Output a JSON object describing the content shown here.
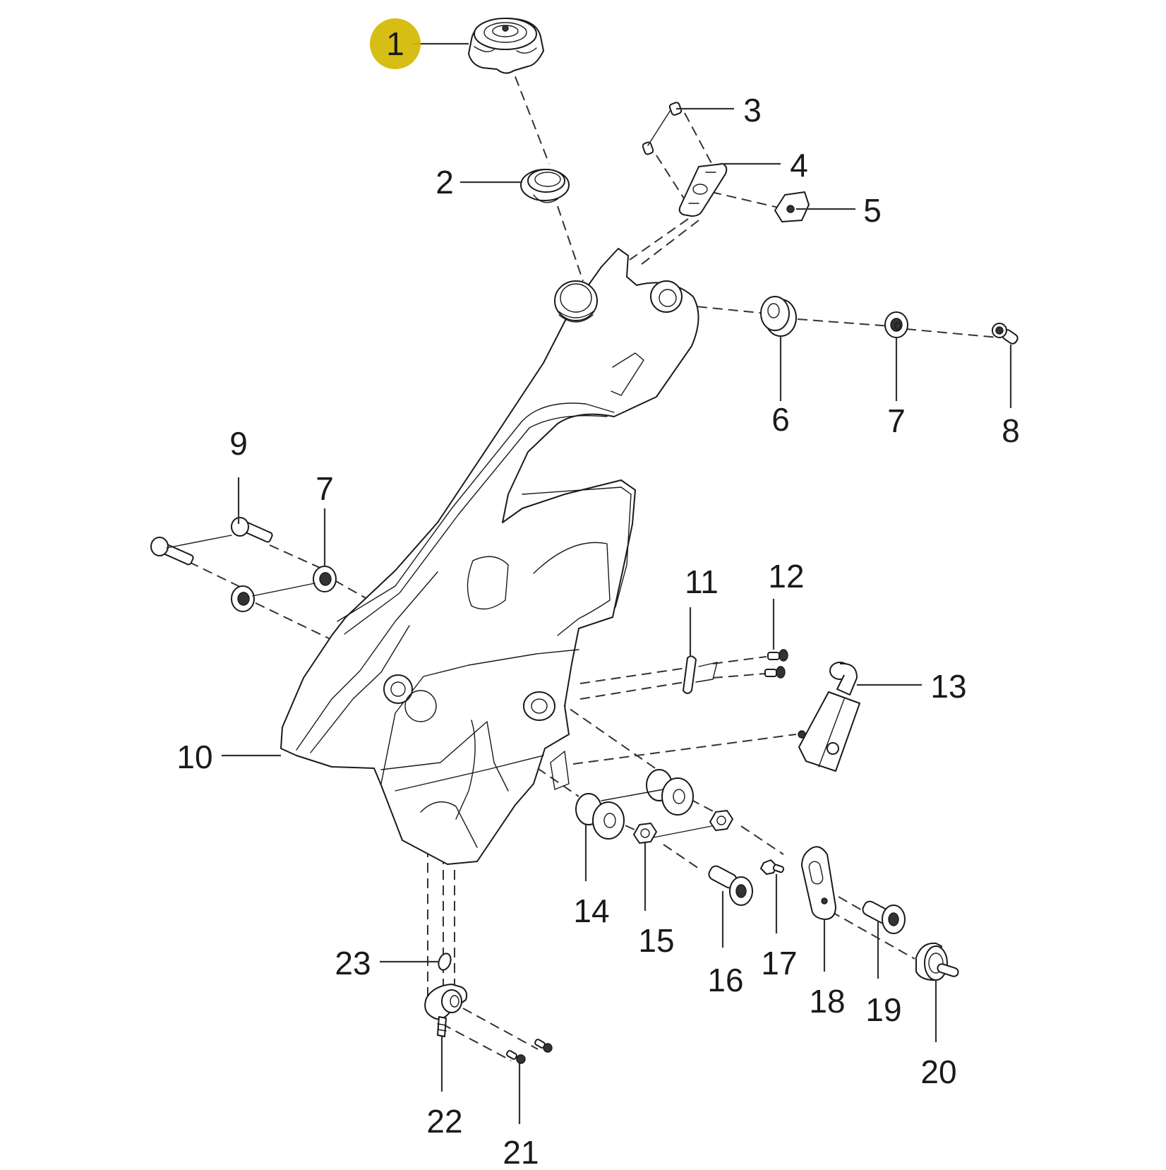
{
  "diagram": {
    "type": "exploded-parts-view",
    "subject": "fuel tank assembly",
    "highlight_color": "#d4b800",
    "line_color": "#1a1a1a",
    "background": "#ffffff",
    "highlighted_callout": "1",
    "callouts": [
      {
        "id": "c1",
        "label": "1",
        "part": "fuel cap",
        "highlighted": true
      },
      {
        "id": "c2",
        "label": "2",
        "part": "filler neck seal"
      },
      {
        "id": "c3",
        "label": "3",
        "part": "screw"
      },
      {
        "id": "c4",
        "label": "4",
        "part": "bracket"
      },
      {
        "id": "c5",
        "label": "5",
        "part": "clip nut"
      },
      {
        "id": "c6",
        "label": "6",
        "part": "rubber grommet"
      },
      {
        "id": "c7a",
        "label": "7",
        "part": "washer"
      },
      {
        "id": "c8",
        "label": "8",
        "part": "bolt"
      },
      {
        "id": "c9",
        "label": "9",
        "part": "bolt"
      },
      {
        "id": "c7b",
        "label": "7",
        "part": "washer"
      },
      {
        "id": "c10",
        "label": "10",
        "part": "fuel tank"
      },
      {
        "id": "c11",
        "label": "11",
        "part": "hose clamp bracket"
      },
      {
        "id": "c12",
        "label": "12",
        "part": "screw"
      },
      {
        "id": "c13",
        "label": "13",
        "part": "fuel pump / filter"
      },
      {
        "id": "c14",
        "label": "14",
        "part": "rubber bushing"
      },
      {
        "id": "c15",
        "label": "15",
        "part": "nut"
      },
      {
        "id": "c16",
        "label": "16",
        "part": "collar bolt"
      },
      {
        "id": "c17",
        "label": "17",
        "part": "screw"
      },
      {
        "id": "c18",
        "label": "18",
        "part": "mounting plate"
      },
      {
        "id": "c19",
        "label": "19",
        "part": "collar bolt"
      },
      {
        "id": "c20",
        "label": "20",
        "part": "rubber mount"
      },
      {
        "id": "c21",
        "label": "21",
        "part": "bolt"
      },
      {
        "id": "c22",
        "label": "22",
        "part": "fuel valve / petcock"
      },
      {
        "id": "c23",
        "label": "23",
        "part": "O-ring"
      }
    ]
  }
}
